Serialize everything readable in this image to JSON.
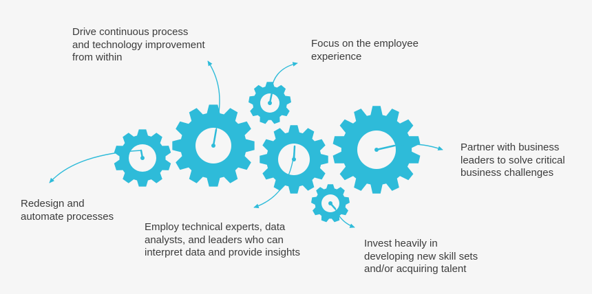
{
  "gear_color": "#2ebbd9",
  "background_color": "#f6f6f6",
  "text_color": "#3b3b3b",
  "labels": {
    "drive": "Drive continuous process\nand technology improvement\nfrom within",
    "focus": "Focus on the employee\nexperience",
    "partner": "Partner with business\nleaders to solve critical\nbusiness challenges",
    "redesign": "Redesign and\nautomate processes",
    "employ": "Employ technical experts, data\nanalysts, and leaders who can\ninterpret data and provide insights",
    "invest": "Invest heavily in\ndeveloping new skill sets\nand/or acquiring talent"
  }
}
